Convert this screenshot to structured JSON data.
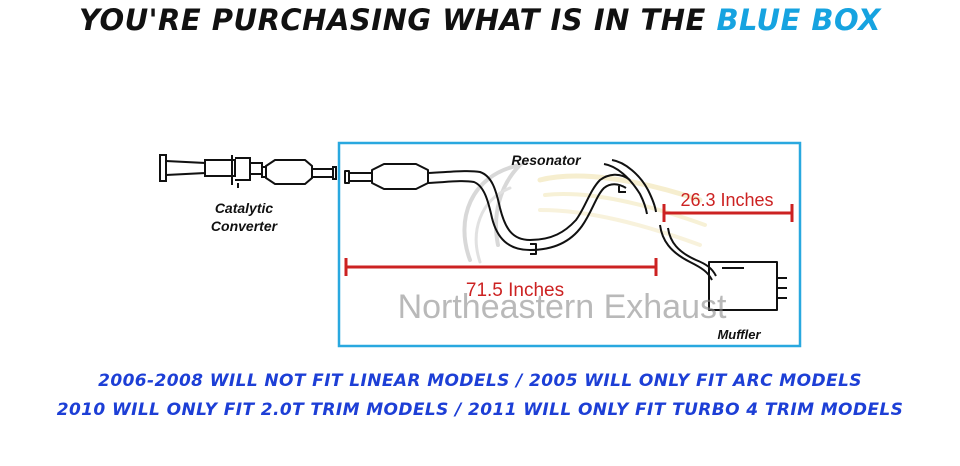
{
  "headline": {
    "prefix": "YOU'RE PURCHASING WHAT IS IN THE",
    "accent": "BLUE BOX",
    "text_color": "#111111",
    "accent_color": "#16a3e0"
  },
  "diagram": {
    "labels": {
      "catalytic_line1": "Catalytic",
      "catalytic_line2": "Converter",
      "resonator": "Resonator",
      "muffler": "Muffler"
    },
    "measurements": {
      "right": "26.3 Inches",
      "left": "71.5 Inches"
    },
    "watermark": "Northeastern Exhaust",
    "box_color": "#29a8df",
    "dimension_color": "#cc2222"
  },
  "captions": [
    "2006-2008 WILL NOT FIT LINEAR MODELS / 2005 WILL ONLY FIT ARC MODELS",
    "2010 WILL ONLY FIT 2.0T TRIM MODELS / 2011 WILL ONLY FIT TURBO 4 TRIM MODELS"
  ],
  "caption_color": "#1d3fd6"
}
